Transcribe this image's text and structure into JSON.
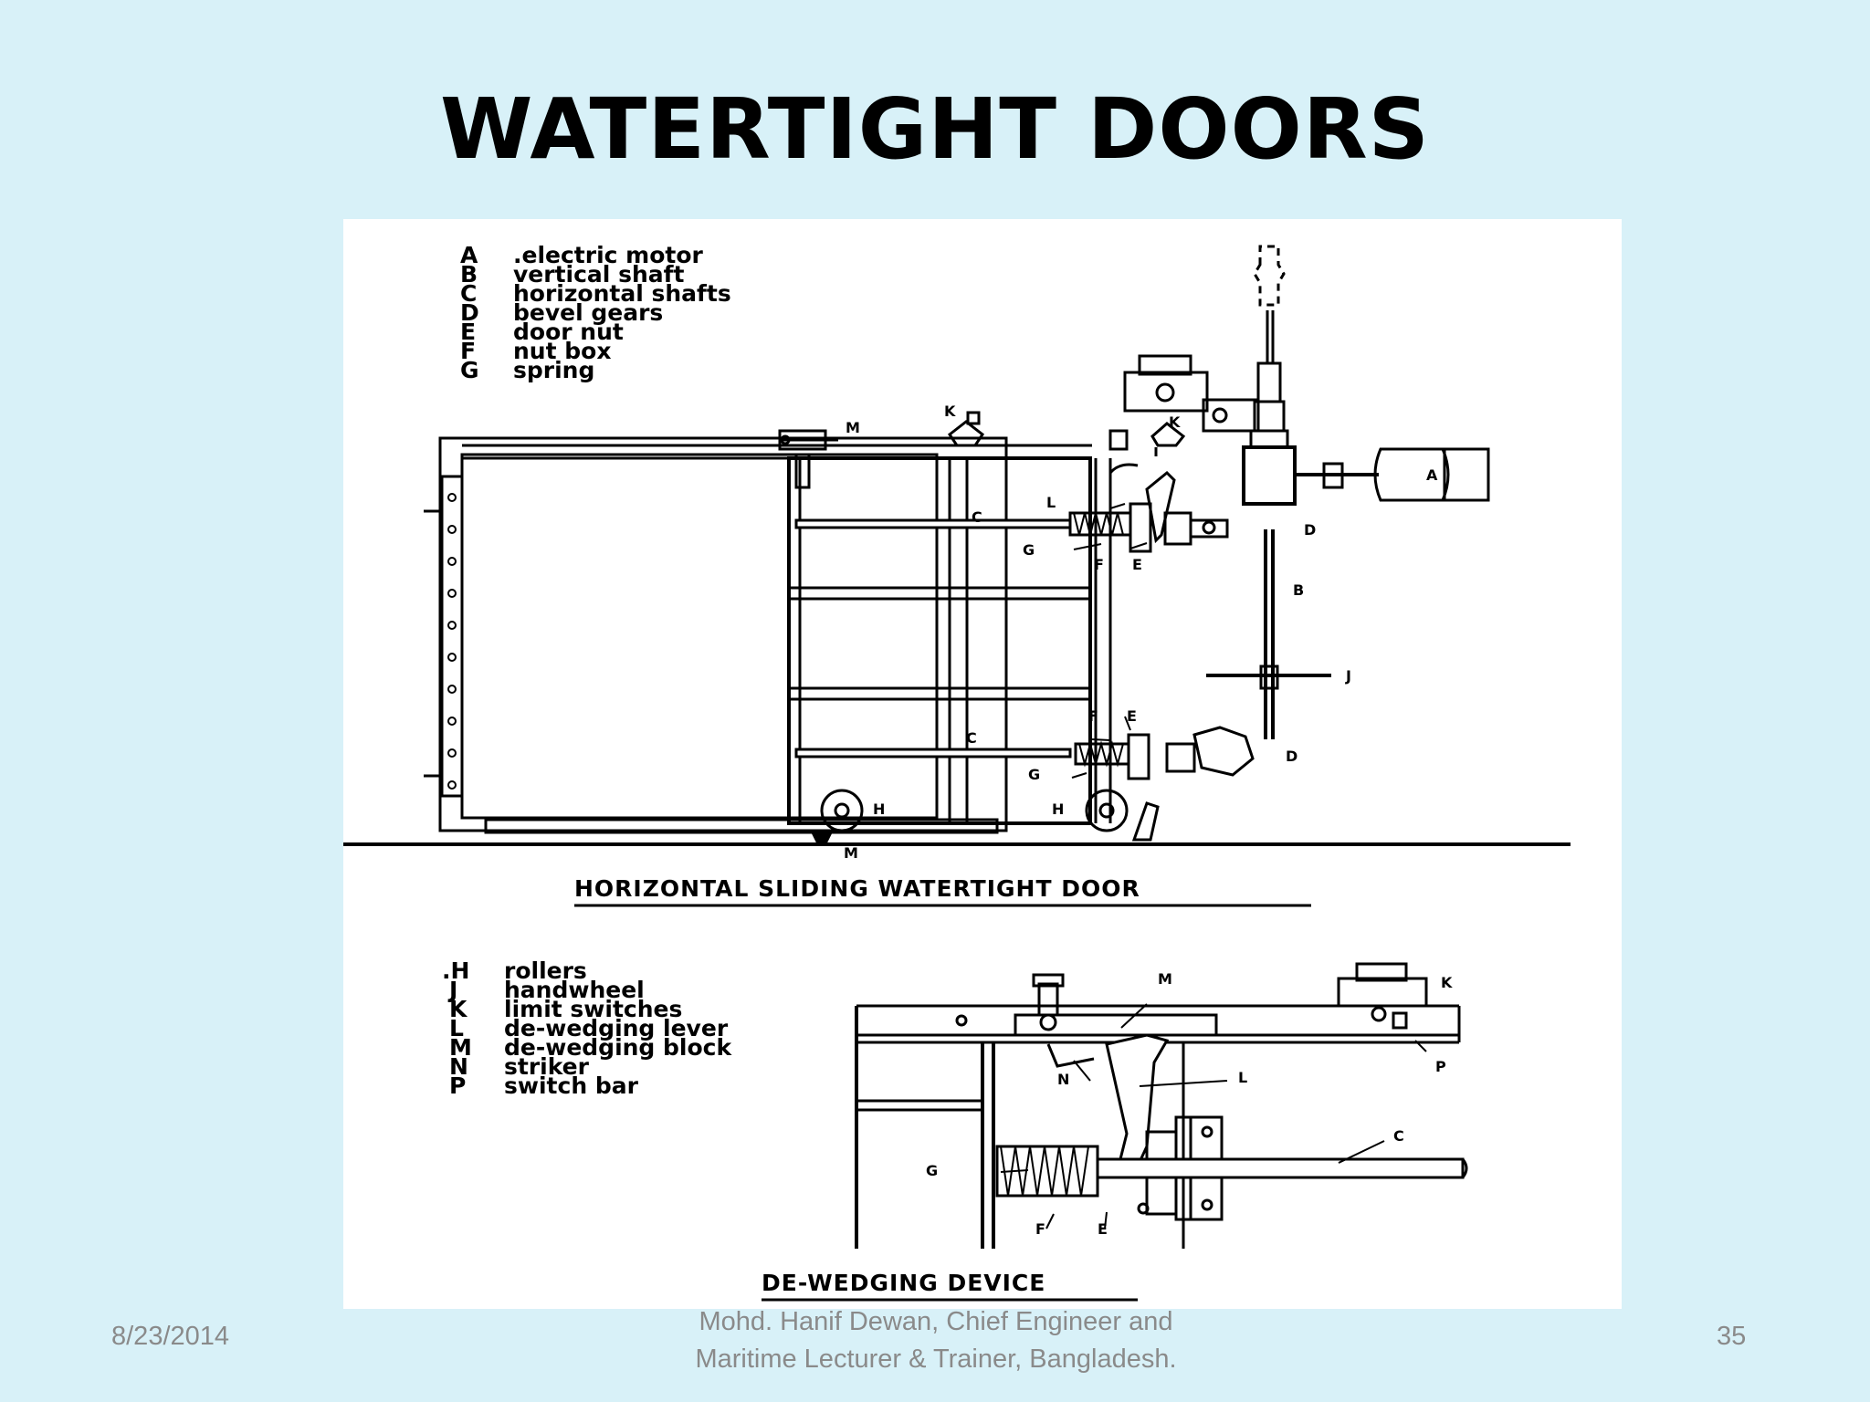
{
  "slide": {
    "title": "WATERTIGHT DOORS",
    "footer_date": "8/23/2014",
    "footer_author_line1": "Mohd. Hanif Dewan, Chief Engineer and",
    "footer_author_line2": "Maritime Lecturer & Trainer, Bangladesh.",
    "page_number": "35"
  },
  "diagram": {
    "legend_top": [
      {
        "key": "A",
        "text": ".electric motor"
      },
      {
        "key": "B",
        "text": "vertical shaft"
      },
      {
        "key": "C",
        "text": "horizontal shafts"
      },
      {
        "key": "D",
        "text": "bevel gears"
      },
      {
        "key": "E",
        "text": "door nut"
      },
      {
        "key": "F",
        "text": "nut box"
      },
      {
        "key": "G",
        "text": "spring"
      }
    ],
    "legend_bottom": [
      {
        "key": ".H",
        "text": "rollers"
      },
      {
        "key": "J",
        "text": "handwheel"
      },
      {
        "key": "K",
        "text": "limit switches"
      },
      {
        "key": "L",
        "text": "de-wedging lever"
      },
      {
        "key": "M",
        "text": "de-wedging block"
      },
      {
        "key": "N",
        "text": "striker"
      },
      {
        "key": "P",
        "text": "switch bar"
      }
    ],
    "caption_main": "HORIZONTAL SLIDING WATERTIGHT DOOR",
    "caption_detail": "DE-WEDGING DEVICE",
    "part_labels": {
      "A": "A",
      "B": "B",
      "C": "C",
      "D": "D",
      "E": "E",
      "F": "F",
      "G": "G",
      "H": "H",
      "J": "J",
      "K": "K",
      "L": "L",
      "M": "M",
      "N": "N",
      "P": "P"
    }
  }
}
